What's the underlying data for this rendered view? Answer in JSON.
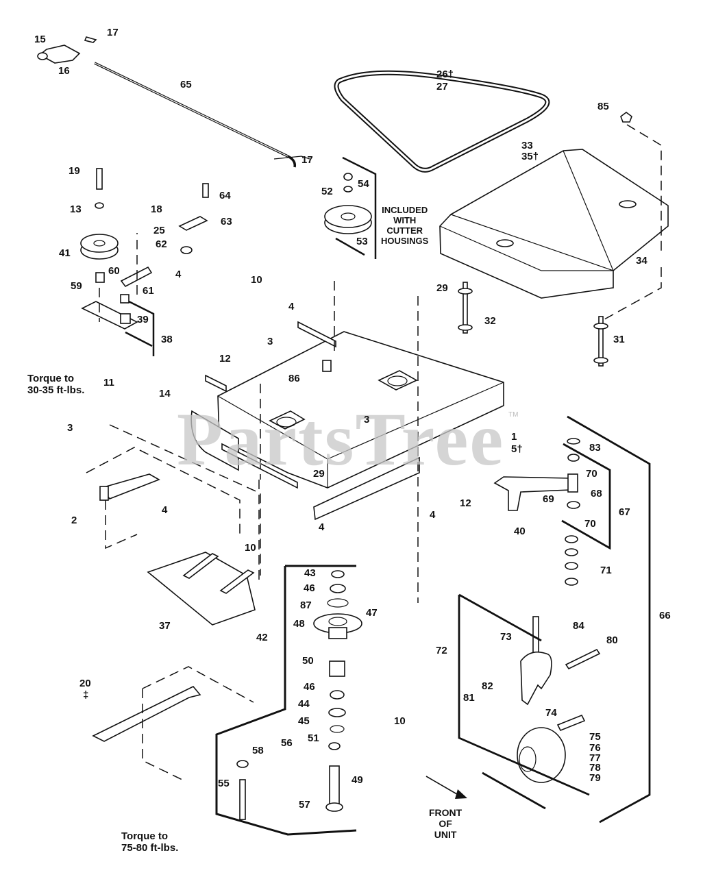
{
  "diagram": {
    "title": "Cutter Housing / Mower Deck Exploded Parts Diagram",
    "watermark": "PartsTree",
    "watermark_tm": "TM",
    "callouts": [
      {
        "id": "15",
        "label": "15"
      },
      {
        "id": "16",
        "label": "16"
      },
      {
        "id": "17a",
        "label": "17"
      },
      {
        "id": "65",
        "label": "65"
      },
      {
        "id": "26",
        "label": "26†"
      },
      {
        "id": "27",
        "label": "27"
      },
      {
        "id": "85",
        "label": "85"
      },
      {
        "id": "33",
        "label": "33"
      },
      {
        "id": "35",
        "label": "35†"
      },
      {
        "id": "19",
        "label": "19"
      },
      {
        "id": "17b",
        "label": "17"
      },
      {
        "id": "54",
        "label": "54"
      },
      {
        "id": "52",
        "label": "52"
      },
      {
        "id": "64",
        "label": "64"
      },
      {
        "id": "18",
        "label": "18"
      },
      {
        "id": "13",
        "label": "13"
      },
      {
        "id": "63",
        "label": "63"
      },
      {
        "id": "25",
        "label": "25"
      },
      {
        "id": "53",
        "label": "53"
      },
      {
        "id": "41",
        "label": "41"
      },
      {
        "id": "62",
        "label": "62"
      },
      {
        "id": "34",
        "label": "34"
      },
      {
        "id": "60",
        "label": "60"
      },
      {
        "id": "4a",
        "label": "4"
      },
      {
        "id": "59",
        "label": "59"
      },
      {
        "id": "61",
        "label": "61"
      },
      {
        "id": "10a",
        "label": "10"
      },
      {
        "id": "29a",
        "label": "29"
      },
      {
        "id": "39",
        "label": "39"
      },
      {
        "id": "4b",
        "label": "4"
      },
      {
        "id": "32",
        "label": "32"
      },
      {
        "id": "38",
        "label": "38"
      },
      {
        "id": "12a",
        "label": "12"
      },
      {
        "id": "3a",
        "label": "3"
      },
      {
        "id": "31",
        "label": "31"
      },
      {
        "id": "11",
        "label": "11"
      },
      {
        "id": "86",
        "label": "86"
      },
      {
        "id": "14",
        "label": "14"
      },
      {
        "id": "3b",
        "label": "3"
      },
      {
        "id": "3c",
        "label": "3"
      },
      {
        "id": "1",
        "label": "1"
      },
      {
        "id": "5",
        "label": "5†"
      },
      {
        "id": "83",
        "label": "83"
      },
      {
        "id": "29b",
        "label": "29"
      },
      {
        "id": "70a",
        "label": "70"
      },
      {
        "id": "68",
        "label": "68"
      },
      {
        "id": "12b",
        "label": "12"
      },
      {
        "id": "69",
        "label": "69"
      },
      {
        "id": "2",
        "label": "2"
      },
      {
        "id": "4c",
        "label": "4"
      },
      {
        "id": "67",
        "label": "67"
      },
      {
        "id": "4d",
        "label": "4"
      },
      {
        "id": "4e",
        "label": "4"
      },
      {
        "id": "40",
        "label": "40"
      },
      {
        "id": "70b",
        "label": "70"
      },
      {
        "id": "10b",
        "label": "10"
      },
      {
        "id": "71",
        "label": "71"
      },
      {
        "id": "43",
        "label": "43"
      },
      {
        "id": "46a",
        "label": "46"
      },
      {
        "id": "87",
        "label": "87"
      },
      {
        "id": "47",
        "label": "47"
      },
      {
        "id": "37",
        "label": "37"
      },
      {
        "id": "66",
        "label": "66"
      },
      {
        "id": "48",
        "label": "48"
      },
      {
        "id": "84",
        "label": "84"
      },
      {
        "id": "42",
        "label": "42"
      },
      {
        "id": "73",
        "label": "73"
      },
      {
        "id": "80",
        "label": "80"
      },
      {
        "id": "72",
        "label": "72"
      },
      {
        "id": "50",
        "label": "50"
      },
      {
        "id": "20",
        "label": "20"
      },
      {
        "id": "20sym",
        "label": "‡"
      },
      {
        "id": "46b",
        "label": "46"
      },
      {
        "id": "82",
        "label": "82"
      },
      {
        "id": "81",
        "label": "81"
      },
      {
        "id": "44",
        "label": "44"
      },
      {
        "id": "74",
        "label": "74"
      },
      {
        "id": "45",
        "label": "45"
      },
      {
        "id": "10c",
        "label": "10"
      },
      {
        "id": "51",
        "label": "51"
      },
      {
        "id": "75",
        "label": "75"
      },
      {
        "id": "76",
        "label": "76"
      },
      {
        "id": "77",
        "label": "77"
      },
      {
        "id": "78",
        "label": "78"
      },
      {
        "id": "79",
        "label": "79"
      },
      {
        "id": "56",
        "label": "56"
      },
      {
        "id": "58",
        "label": "58"
      },
      {
        "id": "49",
        "label": "49"
      },
      {
        "id": "55",
        "label": "55"
      },
      {
        "id": "57",
        "label": "57"
      }
    ],
    "notes": {
      "included": "INCLUDED\nWITH\nCUTTER\nHOUSINGS",
      "torque_top": "Torque to\n30-35 ft-lbs.",
      "torque_bottom": "Torque to\n75-80 ft-lbs.",
      "front": "FRONT\nOF\nUNIT"
    }
  }
}
